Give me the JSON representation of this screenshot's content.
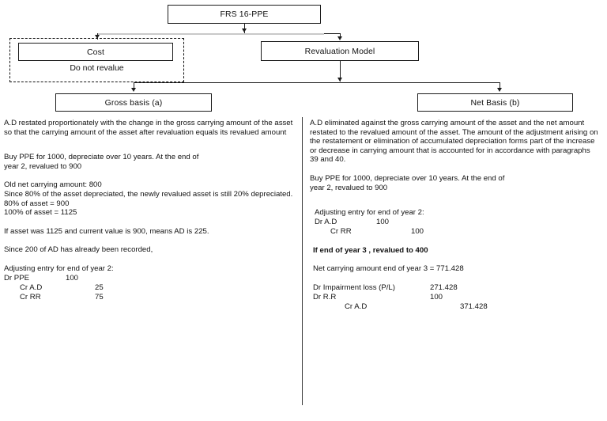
{
  "flowchart": {
    "root": {
      "label": "FRS 16-PPE"
    },
    "cost": {
      "label": "Cost"
    },
    "cost_group_caption": {
      "label": "Do not revalue"
    },
    "revaluation": {
      "label": "Revaluation Model"
    },
    "gross_basis": {
      "label": "Gross basis (a)"
    },
    "net_basis": {
      "label": "Net Basis (b)"
    }
  },
  "left_column": {
    "definition": "A.D restated proportionately with the change in the gross carrying amount of the asset so that the carrying amount of the asset after revaluation equals its revalued amount",
    "scenario_line1": "Buy PPE for 1000, depreciate over 10 years. At the end of",
    "scenario_line2": "year 2, revalued to 900",
    "calc_line1": "Old net carrying amount: 800",
    "calc_line2": "Since 80% of the asset depreciated, the newly revalued asset is still 20% depreciated.",
    "calc_line3": "80% of asset = 900",
    "calc_line4": "100% of asset = 1125",
    "calc_line5": "If asset was 1125 and current value is 900, means AD is 225.",
    "calc_line6": "Since 200 of AD has already been recorded,",
    "journal_title": "Adjusting entry for end of year 2:",
    "journal_rows": [
      {
        "account": "Dr PPE",
        "indent": 0,
        "debit": "100",
        "credit": ""
      },
      {
        "account": "Cr A.D",
        "indent": 1,
        "debit": "",
        "credit": "25"
      },
      {
        "account": "Cr RR",
        "indent": 1,
        "debit": "",
        "credit": "75"
      }
    ]
  },
  "right_column": {
    "definition": "A.D eliminated against the gross carrying amount of the asset and the net amount restated to the revalued amount of the asset. The amount of the adjustment arising on the restatement or elimination of accumulated depreciation forms part of the increase or decrease in carrying amount that is accounted for in accordance with paragraphs 39 and 40.",
    "scenario_line1": "Buy PPE for 1000, depreciate over 10 years. At the end of",
    "scenario_line2": "year 2, revalued to 900",
    "journal_title": "Adjusting entry for end of year 2:",
    "journal_rows": [
      {
        "account": "Dr A.D",
        "indent": 0,
        "debit": "100",
        "credit": ""
      },
      {
        "account": "Cr RR",
        "indent": 1,
        "debit": "",
        "credit": "100"
      }
    ],
    "year3_heading": "If end of year 3  , revalued to 400",
    "year3_ncv": "Net carrying amount end of year 3 = 771.428",
    "journal2_rows": [
      {
        "account": "Dr Impairment loss (P/L)",
        "indent": 0,
        "debit": "271.428",
        "credit": ""
      },
      {
        "account": "Dr R.R",
        "indent": 0,
        "debit": "100",
        "credit": ""
      },
      {
        "account": "Cr A.D",
        "indent": 2,
        "debit": "",
        "credit": "371.428"
      }
    ]
  },
  "colors": {
    "line": "#1c1c1c",
    "grey_connector": "#c9c9c9",
    "text": "#121212",
    "background": "#ffffff"
  }
}
